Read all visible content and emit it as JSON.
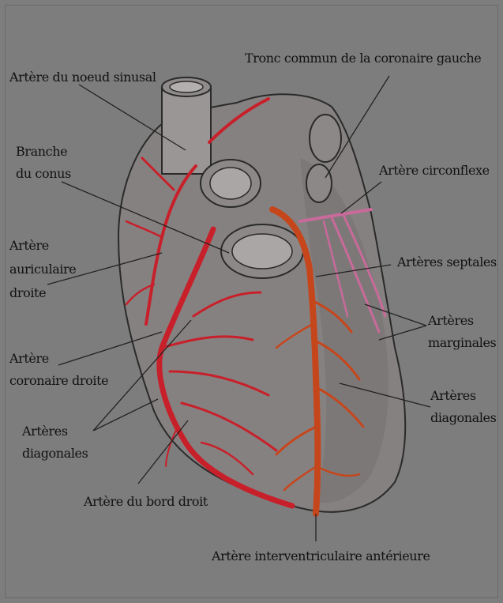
{
  "colors": {
    "background": "#7d7d7d",
    "heart_tissue": "#858080",
    "right_coronary": "#c8202a",
    "left_anterior": "#c6461c",
    "circumflex": "#c86a9a",
    "label_text": "#111111"
  },
  "labels": {
    "sinus_node": "Artère du noeud sinusal",
    "left_main": "Tronc commun de la coronaire gauche",
    "conus": "Branche\ndu conus",
    "circumflex": "Artère circonflexe",
    "right_atrial": "Artère\nauriculaire\ndroite",
    "septal": "Artères septales",
    "marginal": "Artères\nmarginales",
    "right_coronary": "Artère\ncoronaire droite",
    "left_diagonal": "Artères\ndiagonales",
    "right_diagonal": "Artères\ndiagonales",
    "right_border": "Artère  du bord droit",
    "anterior_interventricular": "Artère  interventriculaire antérieure"
  }
}
